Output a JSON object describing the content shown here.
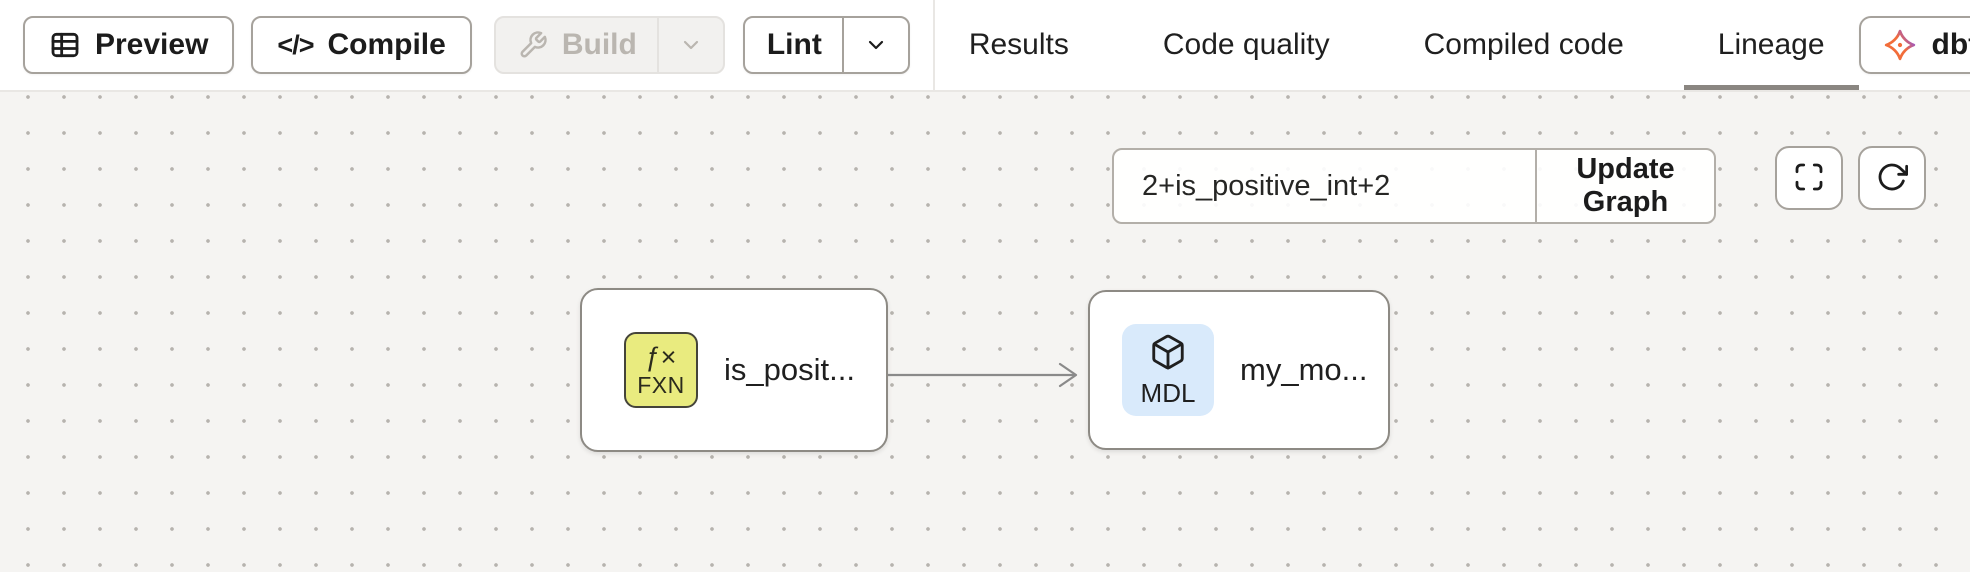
{
  "toolbar": {
    "buttons": {
      "preview": {
        "label": "Preview"
      },
      "compile": {
        "label": "Compile",
        "icon_glyph": "</>"
      },
      "build": {
        "label": "Build",
        "disabled": true
      },
      "lint": {
        "label": "Lint"
      }
    },
    "tabs": [
      {
        "label": "Results",
        "active": false
      },
      {
        "label": "Code quality",
        "active": false
      },
      {
        "label": "Compiled code",
        "active": false
      },
      {
        "label": "Lineage",
        "active": true
      }
    ],
    "copilot": {
      "label": "dbt Copilot"
    }
  },
  "canvas": {
    "selector": {
      "value": "2+is_positive_int+2",
      "update_button": "Update Graph"
    },
    "nodes": [
      {
        "id": "function-node",
        "label": "is_posit...",
        "badge_symbol": "ƒ×",
        "badge_text": "FXN",
        "badge_color": "#e9eb7f",
        "icon": "function-icon"
      },
      {
        "id": "model-node",
        "label": "my_mo...",
        "badge_text": "MDL",
        "badge_color": "#d9eafb",
        "icon": "cube-icon"
      }
    ],
    "edges": [
      {
        "from": "function-node",
        "to": "model-node"
      }
    ]
  },
  "colors": {
    "toolbar_bg": "#ffffff",
    "canvas_bg": "#f5f4f2",
    "dot_grid": "#b6b3ae",
    "button_border": "#a6a29c",
    "active_tab_underline": "#8a8681",
    "disabled_text": "#bab6b0",
    "copilot_orange": "#f26d3a",
    "copilot_purple": "#8250f0",
    "function_badge": "#e9eb7f",
    "model_badge": "#d9eafb",
    "edge_gray": "#8a8a8a"
  }
}
